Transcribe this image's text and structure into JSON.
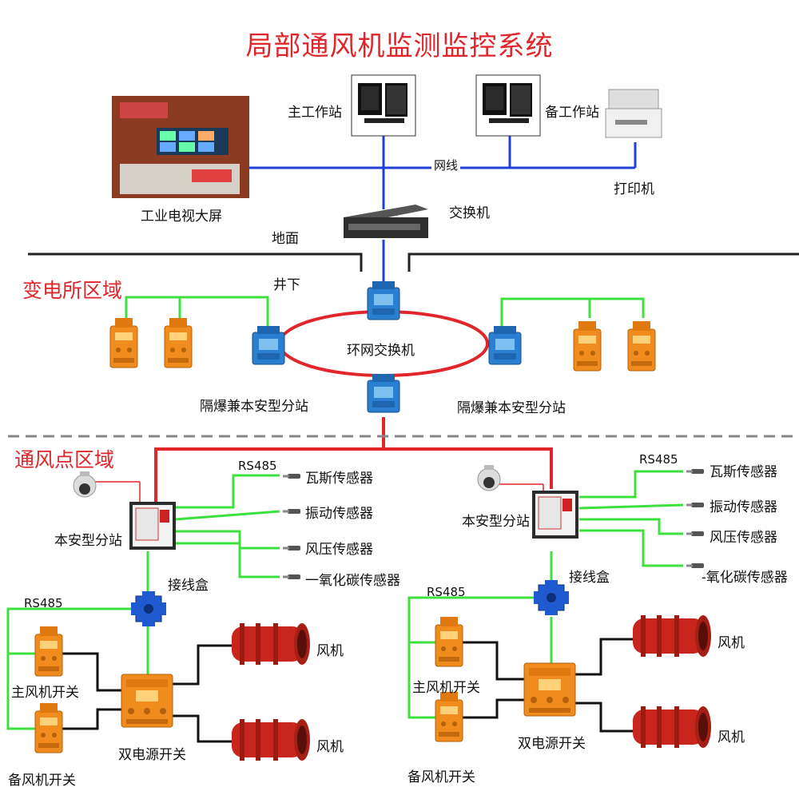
{
  "title": "局部通风机监测监控系统",
  "surface": {
    "main_station": "主工作站",
    "backup_station": "备工作站",
    "network_cable": "网线",
    "printer": "打印机",
    "video_wall": "工业电视大屏",
    "switch": "交换机",
    "ground": "地面",
    "underground": "井下"
  },
  "substation": {
    "area_label": "变电所区域",
    "ring_switch": "环网交换机",
    "substation_left": "隔爆兼本安型分站",
    "substation_right": "隔爆兼本安型分站"
  },
  "ventilation": {
    "area_label": "通风点区域",
    "groups": [
      {
        "station": "本安型分站",
        "rs485_top": "RS485",
        "sensors": [
          "瓦斯传感器",
          "振动传感器",
          "风压传感器",
          "一氧化碳传感器"
        ],
        "junction_box": "接线盒",
        "rs485_bottom": "RS485",
        "main_fan_switch": "主风机开关",
        "backup_fan_switch": "备风机开关",
        "dual_power_switch": "双电源开关",
        "fan_1": "风机",
        "fan_2": "风机"
      },
      {
        "station": "本安型分站",
        "rs485_top": "RS485",
        "sensors": [
          "瓦斯传感器",
          "振动传感器",
          "风压传感器",
          "-氧化碳传感器"
        ],
        "junction_box": "接线盒",
        "rs485_bottom": "RS485",
        "main_fan_switch": "主风机开关",
        "backup_fan_switch": "备风机开关",
        "dual_power_switch": "双电源开关",
        "fan_1": "风机",
        "fan_2": "风机"
      }
    ]
  },
  "colors": {
    "title_red": "#e0262a",
    "network_blue": "#1f3fd6",
    "ring_red": "#e0262a",
    "field_green": "#3ee03e",
    "power_black": "#111111",
    "device_orange": "#f08c1e",
    "fan_red": "#c8261c",
    "substation_blue": "#2a7fd0"
  }
}
